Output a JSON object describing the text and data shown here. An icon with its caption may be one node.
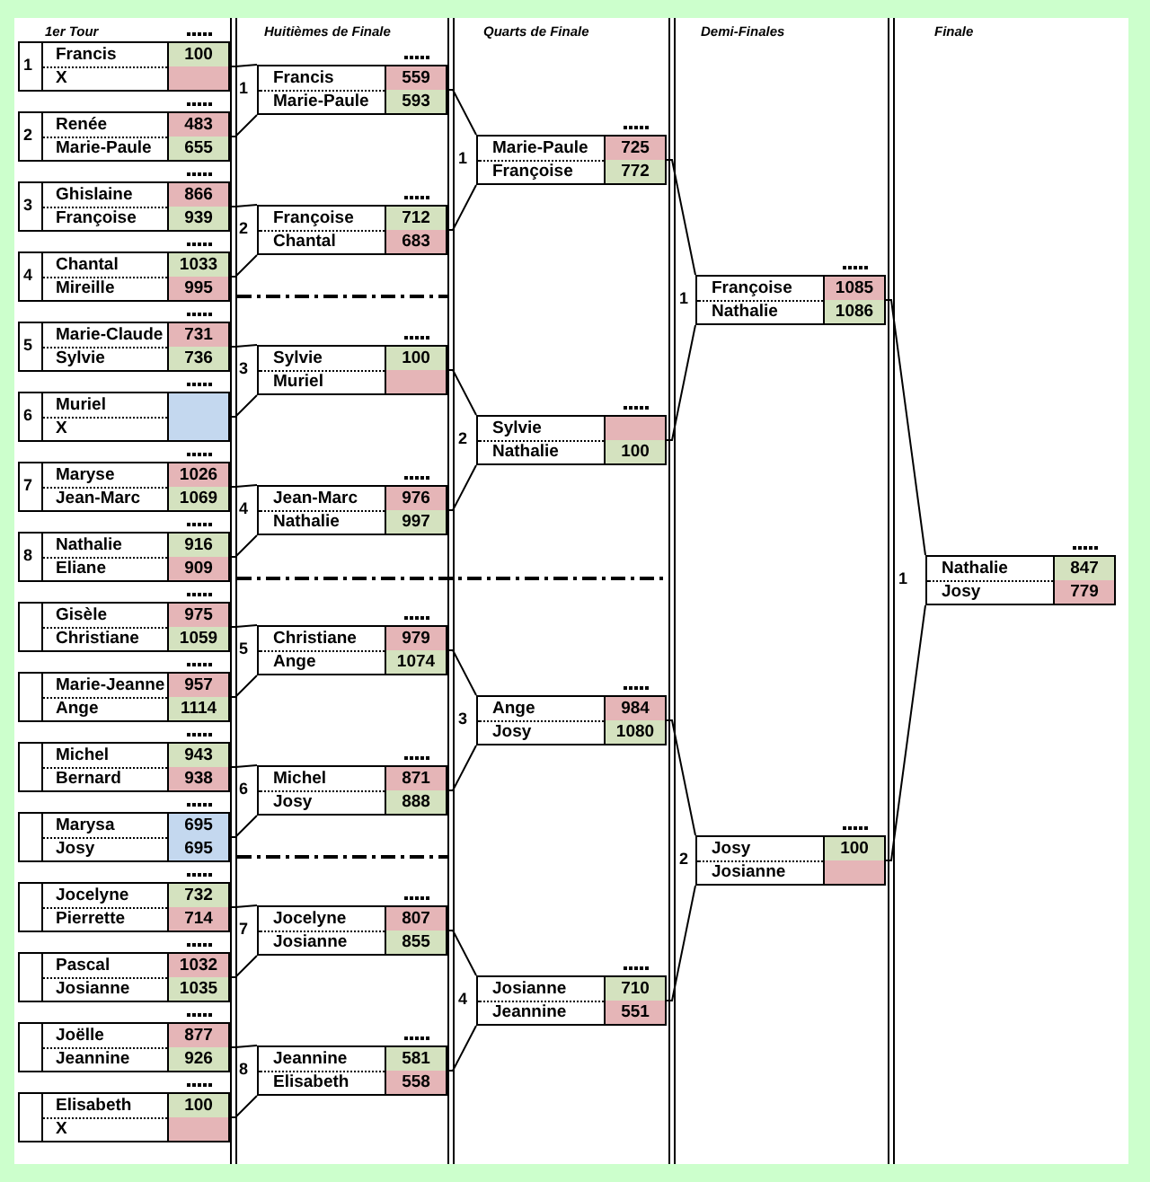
{
  "diagram": {
    "nodes": [
      {
        "text": [
          "Francis",
          "100",
          "X"
        ]
      },
      {
        "text": [
          "Renée",
          "483",
          "Marie-Paule",
          "655"
        ]
      },
      {
        "text": [
          "Ghislaine",
          "866",
          "Françoise",
          "939"
        ]
      },
      {
        "text": [
          "Chantal",
          "1033",
          "Mireille",
          "995"
        ]
      },
      {
        "text": [
          "Marie-Claude",
          "731",
          "Sylvie",
          "736"
        ]
      },
      {
        "text": [
          "Muriel",
          "X"
        ]
      },
      {
        "text": [
          "Maryse",
          "1026",
          "Jean-Marc",
          "1069"
        ]
      },
      {
        "text": [
          "Nathalie",
          "916",
          "Eliane",
          "909"
        ]
      },
      {
        "text": [
          "Gisèle",
          "975",
          "Christiane",
          "1059"
        ]
      },
      {
        "text": [
          "Marie-Jeanne",
          "957",
          "Ange",
          "1114"
        ]
      },
      {
        "text": [
          "Michel",
          "943",
          "Bernard",
          "938"
        ]
      },
      {
        "text": [
          "Marysa",
          "695",
          "Josy",
          "695"
        ]
      },
      {
        "text": [
          "Jocelyne",
          "732",
          "Pierrette",
          "714"
        ]
      },
      {
        "text": [
          "Pascal",
          "1032",
          "Josianne",
          "1035"
        ]
      },
      {
        "text": [
          "Joëlle",
          "877",
          "Jeannine",
          "926"
        ]
      },
      {
        "text": [
          "Elisabeth",
          "100",
          "X"
        ]
      },
      {
        "text": [
          "Francis",
          "559",
          "Marie-Paule",
          "593"
        ]
      },
      {
        "text": [
          "Françoise",
          "712",
          "Chantal",
          "683"
        ]
      },
      {
        "text": [
          "Sylvie",
          "100",
          "Muriel"
        ]
      },
      {
        "text": [
          "Jean-Marc",
          "976",
          "Nathalie",
          "997"
        ]
      },
      {
        "text": [
          "Christiane",
          "979",
          "Ange",
          "1074"
        ]
      },
      {
        "text": [
          "Michel",
          "871",
          "Josy",
          "888"
        ]
      },
      {
        "text": [
          "Jocelyne",
          "807",
          "Josianne",
          "855"
        ]
      },
      {
        "text": [
          "Jeannine",
          "581",
          "Elisabeth",
          "558"
        ]
      },
      {
        "text": [
          "Marie-Paule",
          "725",
          "Françoise",
          "772"
        ]
      },
      {
        "text": [
          "Sylvie",
          "Nathalie",
          "100"
        ]
      },
      {
        "text": [
          "Ange",
          "984",
          "Josy",
          "1080"
        ]
      },
      {
        "text": [
          "Josianne",
          "710",
          "Jeannine",
          "551"
        ]
      },
      {
        "text": [
          "Françoise",
          "1085",
          "Nathalie",
          "1086"
        ]
      },
      {
        "text": [
          "Josy",
          "100",
          "Josianne"
        ]
      },
      {
        "text": [
          "Nathalie",
          "847",
          "Josy",
          "779"
        ]
      }
    ],
    "edges": [
      {
        "from": 0,
        "to": 16,
        "arrow": "none"
      },
      {
        "from": 1,
        "to": 16,
        "arrow": "none"
      },
      {
        "from": 2,
        "to": 17,
        "arrow": "none"
      },
      {
        "from": 3,
        "to": 17,
        "arrow": "none"
      },
      {
        "from": 4,
        "to": 18,
        "arrow": "none"
      },
      {
        "from": 5,
        "to": 18,
        "arrow": "none"
      },
      {
        "from": 6,
        "to": 19,
        "arrow": "none"
      },
      {
        "from": 7,
        "to": 19,
        "arrow": "none"
      },
      {
        "from": 8,
        "to": 20,
        "arrow": "none"
      },
      {
        "from": 9,
        "to": 20,
        "arrow": "none"
      },
      {
        "from": 10,
        "to": 21,
        "arrow": "none"
      },
      {
        "from": 11,
        "to": 21,
        "arrow": "none"
      },
      {
        "from": 12,
        "to": 22,
        "arrow": "none"
      },
      {
        "from": 13,
        "to": 22,
        "arrow": "none"
      },
      {
        "from": 14,
        "to": 23,
        "arrow": "none"
      },
      {
        "from": 15,
        "to": 23,
        "arrow": "none"
      },
      {
        "from": 16,
        "to": 24,
        "arrow": "none"
      },
      {
        "from": 17,
        "to": 24,
        "arrow": "none"
      },
      {
        "from": 18,
        "to": 25,
        "arrow": "none"
      },
      {
        "from": 19,
        "to": 25,
        "arrow": "none"
      },
      {
        "from": 20,
        "to": 26,
        "arrow": "none"
      },
      {
        "from": 21,
        "to": 26,
        "arrow": "none"
      },
      {
        "from": 22,
        "to": 27,
        "arrow": "none"
      },
      {
        "from": 23,
        "to": 27,
        "arrow": "none"
      },
      {
        "from": 24,
        "to": 28,
        "arrow": "none"
      },
      {
        "from": 25,
        "to": 28,
        "arrow": "none"
      },
      {
        "from": 26,
        "to": 29,
        "arrow": "none"
      },
      {
        "from": 27,
        "to": 29,
        "arrow": "none"
      },
      {
        "from": 28,
        "to": 30,
        "arrow": "none"
      },
      {
        "from": 29,
        "to": 30,
        "arrow": "none"
      }
    ],
    "labels": [
      "1er Tour",
      "Huitièmes de Finale",
      "Quarts de Finale",
      "Demi-Finales",
      "Finale",
      "1",
      "2",
      "3",
      "4",
      "5",
      "6",
      "7",
      "8",
      "1",
      "2",
      "3",
      "4",
      "5",
      "6",
      "7",
      "8",
      "1",
      "2",
      "3",
      "4",
      "1",
      "2",
      "1"
    ]
  }
}
